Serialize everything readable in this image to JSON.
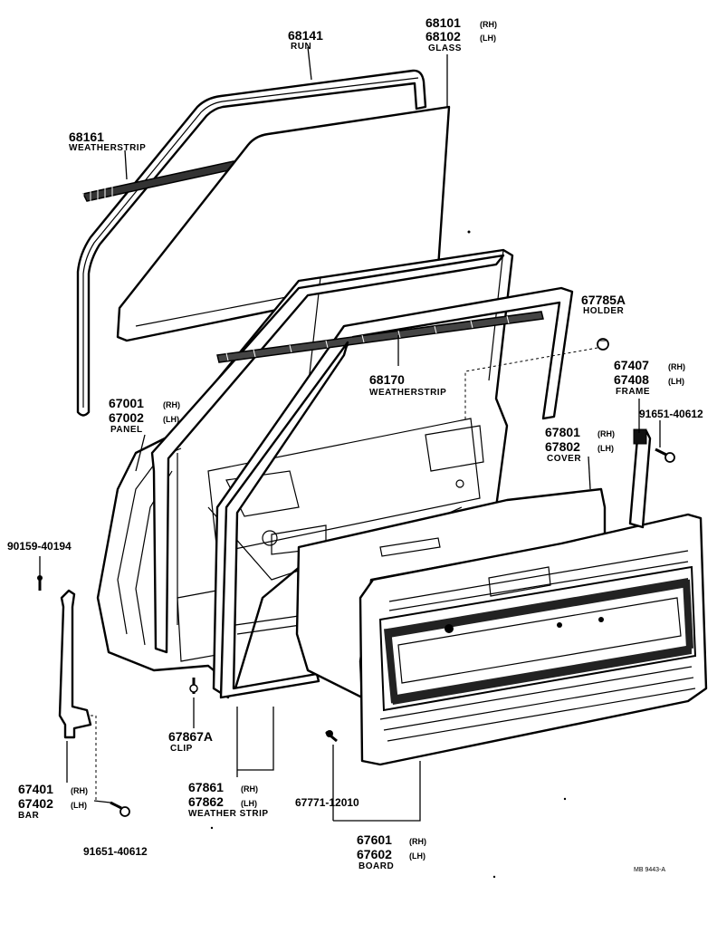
{
  "parts": {
    "run": {
      "number": "68141",
      "name": "RUN"
    },
    "glass": {
      "number_rh": "68101",
      "number_lh": "68102",
      "side_rh": "(RH)",
      "side_lh": "(LH)",
      "name": "GLASS"
    },
    "weatherstrip_outer": {
      "number": "68161",
      "name": "WEATHERSTRIP"
    },
    "holder": {
      "number": "67785A",
      "name": "HOLDER"
    },
    "weatherstrip_inner": {
      "number": "68170",
      "name": "WEATHERSTRIP"
    },
    "frame": {
      "number_rh": "67407",
      "number_lh": "67408",
      "side_rh": "(RH)",
      "side_lh": "(LH)",
      "name": "FRAME"
    },
    "panel": {
      "number_rh": "67001",
      "number_lh": "67002",
      "side_rh": "(RH)",
      "side_lh": "(LH)",
      "name": "PANEL"
    },
    "bolt_frame": {
      "number": "91651-40612"
    },
    "cover": {
      "number_rh": "67801",
      "number_lh": "67802",
      "side_rh": "(RH)",
      "side_lh": "(LH)",
      "name": "COVER"
    },
    "screw": {
      "number": "90159-40194"
    },
    "clip": {
      "number": "67867A",
      "name": "CLIP"
    },
    "bar": {
      "number_rh": "67401",
      "number_lh": "67402",
      "side_rh": "(RH)",
      "side_lh": "(LH)",
      "name": "BAR"
    },
    "weather_strip_door": {
      "number_rh": "67861",
      "number_lh": "67862",
      "side_rh": "(RH)",
      "side_lh": "(LH)",
      "name": "WEATHER STRIP"
    },
    "clip_board": {
      "number": "67771-12010"
    },
    "board": {
      "number_rh": "67601",
      "number_lh": "67602",
      "side_rh": "(RH)",
      "side_lh": "(LH)",
      "name": "BOARD"
    },
    "bolt_bar": {
      "number": "91651-40612"
    }
  },
  "reference": "MB 9443-A"
}
